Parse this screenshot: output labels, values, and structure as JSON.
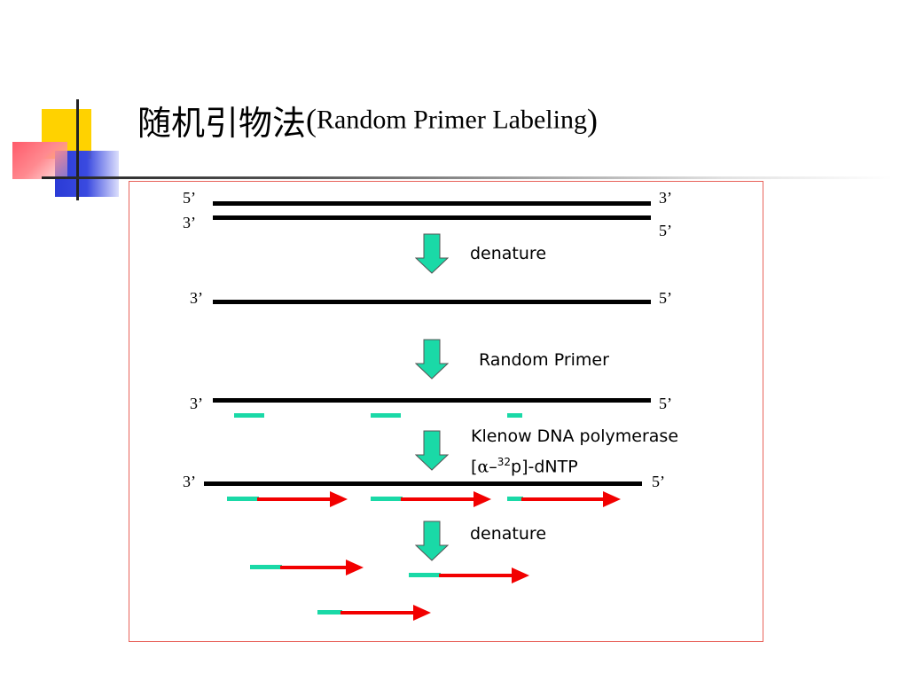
{
  "slide": {
    "title_cn": "随机引物法",
    "title_open": "(",
    "title_en": "Random Primer Labeling",
    "title_close": ")"
  },
  "diagram": {
    "ends": {
      "five_prime": "5’",
      "three_prime": "3’"
    },
    "steps": {
      "denature_1": "denature",
      "random_primer": "Random Primer",
      "klenow": "Klenow DNA polymerase",
      "dntp_open": "[",
      "dntp_alpha": "α",
      "dntp_dash": "–",
      "dntp_sup": "32",
      "dntp_rest": "p]-dNTP",
      "denature_2": "denature"
    },
    "colors": {
      "strand": "#000000",
      "primer": "#1ad9a7",
      "extension": "#f20000",
      "down_arrow": "#1ad9a7",
      "frame": "#e8625a"
    }
  }
}
